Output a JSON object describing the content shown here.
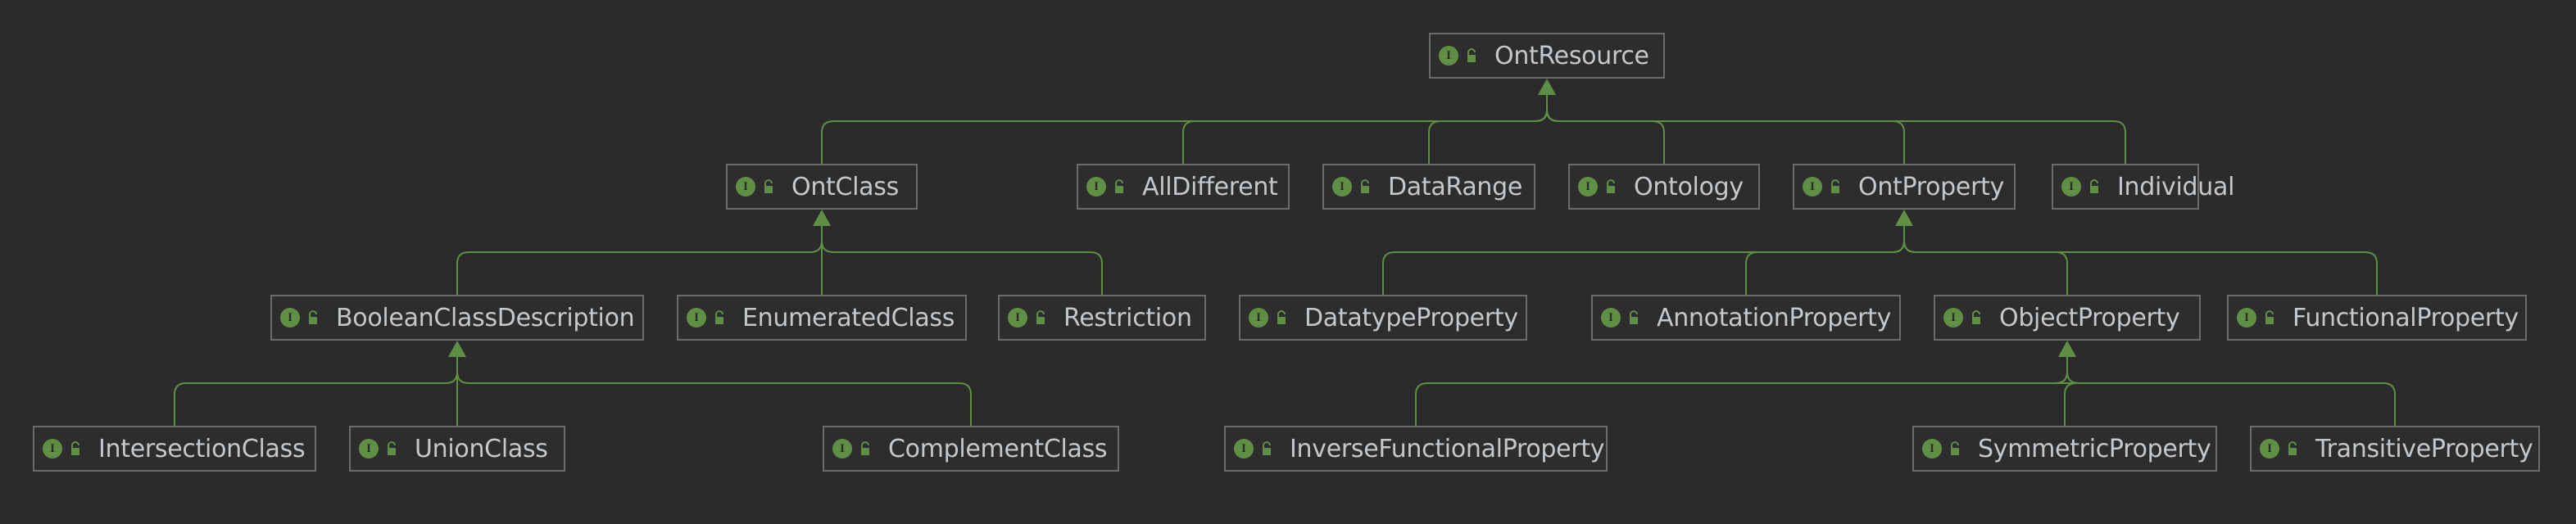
{
  "diagram": {
    "colors": {
      "background": "#2b2b2b",
      "edge": "#5f8f45",
      "node_border": "#6b6b6b",
      "badge": "#5f8f45",
      "text": "#c3c8cc"
    },
    "badge_letter": "I",
    "icons": {
      "badge": "interface-icon",
      "lock": "unlocked-icon"
    },
    "nodes": [
      {
        "id": "OntResource",
        "label": "OntResource"
      },
      {
        "id": "OntClass",
        "label": "OntClass"
      },
      {
        "id": "AllDifferent",
        "label": "AllDifferent"
      },
      {
        "id": "DataRange",
        "label": "DataRange"
      },
      {
        "id": "Ontology",
        "label": "Ontology"
      },
      {
        "id": "OntProperty",
        "label": "OntProperty"
      },
      {
        "id": "Individual",
        "label": "Individual"
      },
      {
        "id": "BooleanClassDescription",
        "label": "BooleanClassDescription"
      },
      {
        "id": "EnumeratedClass",
        "label": "EnumeratedClass"
      },
      {
        "id": "Restriction",
        "label": "Restriction"
      },
      {
        "id": "DatatypeProperty",
        "label": "DatatypeProperty"
      },
      {
        "id": "AnnotationProperty",
        "label": "AnnotationProperty"
      },
      {
        "id": "ObjectProperty",
        "label": "ObjectProperty"
      },
      {
        "id": "FunctionalProperty",
        "label": "FunctionalProperty"
      },
      {
        "id": "IntersectionClass",
        "label": "IntersectionClass"
      },
      {
        "id": "UnionClass",
        "label": "UnionClass"
      },
      {
        "id": "ComplementClass",
        "label": "ComplementClass"
      },
      {
        "id": "InverseFunctionalProperty",
        "label": "InverseFunctionalProperty"
      },
      {
        "id": "SymmetricProperty",
        "label": "SymmetricProperty"
      },
      {
        "id": "TransitiveProperty",
        "label": "TransitiveProperty"
      }
    ],
    "edges": [
      [
        "OntClass",
        "OntResource"
      ],
      [
        "AllDifferent",
        "OntResource"
      ],
      [
        "DataRange",
        "OntResource"
      ],
      [
        "Ontology",
        "OntResource"
      ],
      [
        "OntProperty",
        "OntResource"
      ],
      [
        "Individual",
        "OntResource"
      ],
      [
        "BooleanClassDescription",
        "OntClass"
      ],
      [
        "EnumeratedClass",
        "OntClass"
      ],
      [
        "Restriction",
        "OntClass"
      ],
      [
        "DatatypeProperty",
        "OntProperty"
      ],
      [
        "AnnotationProperty",
        "OntProperty"
      ],
      [
        "ObjectProperty",
        "OntProperty"
      ],
      [
        "FunctionalProperty",
        "OntProperty"
      ],
      [
        "IntersectionClass",
        "BooleanClassDescription"
      ],
      [
        "UnionClass",
        "BooleanClassDescription"
      ],
      [
        "ComplementClass",
        "BooleanClassDescription"
      ],
      [
        "InverseFunctionalProperty",
        "ObjectProperty"
      ],
      [
        "SymmetricProperty",
        "ObjectProperty"
      ],
      [
        "TransitiveProperty",
        "ObjectProperty"
      ]
    ]
  }
}
